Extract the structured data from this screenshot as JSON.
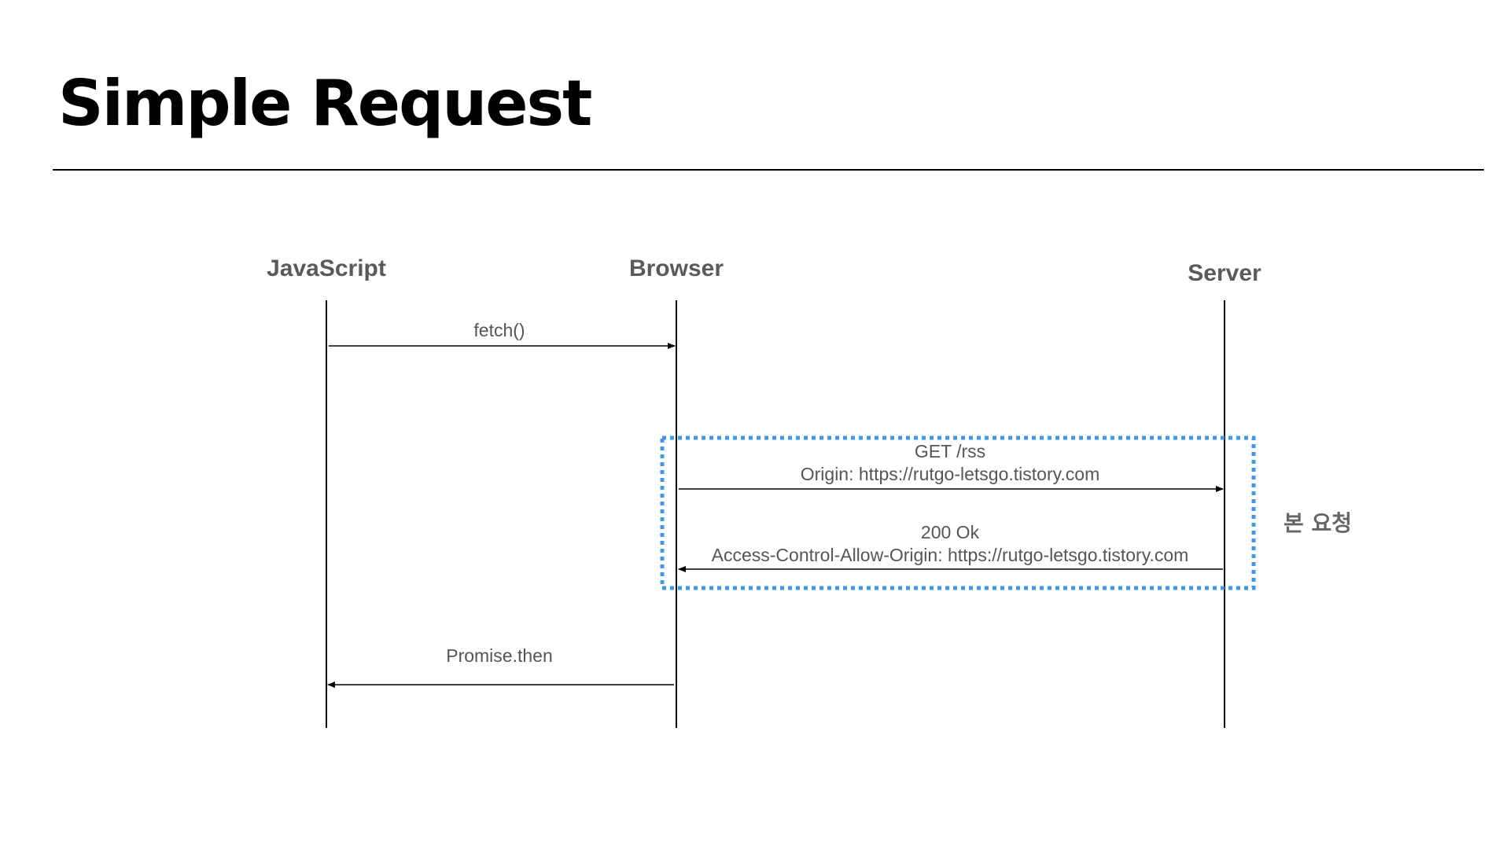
{
  "title": "Simple Request",
  "lanes": {
    "javascript": "JavaScript",
    "browser": "Browser",
    "server": "Server"
  },
  "messages": {
    "fetch": "fetch()",
    "request_line1": "GET /rss",
    "request_line2": "Origin: https://rutgo-letsgo.tistory.com",
    "response_line1": "200 Ok",
    "response_line2": "Access-Control-Allow-Origin: https://rutgo-letsgo.tistory.com",
    "promise": "Promise.then"
  },
  "region_label": "본 요청",
  "colors": {
    "highlight_border": "#3d97ea",
    "lifeline": "#000000",
    "label_text": "#5a5a5a"
  }
}
